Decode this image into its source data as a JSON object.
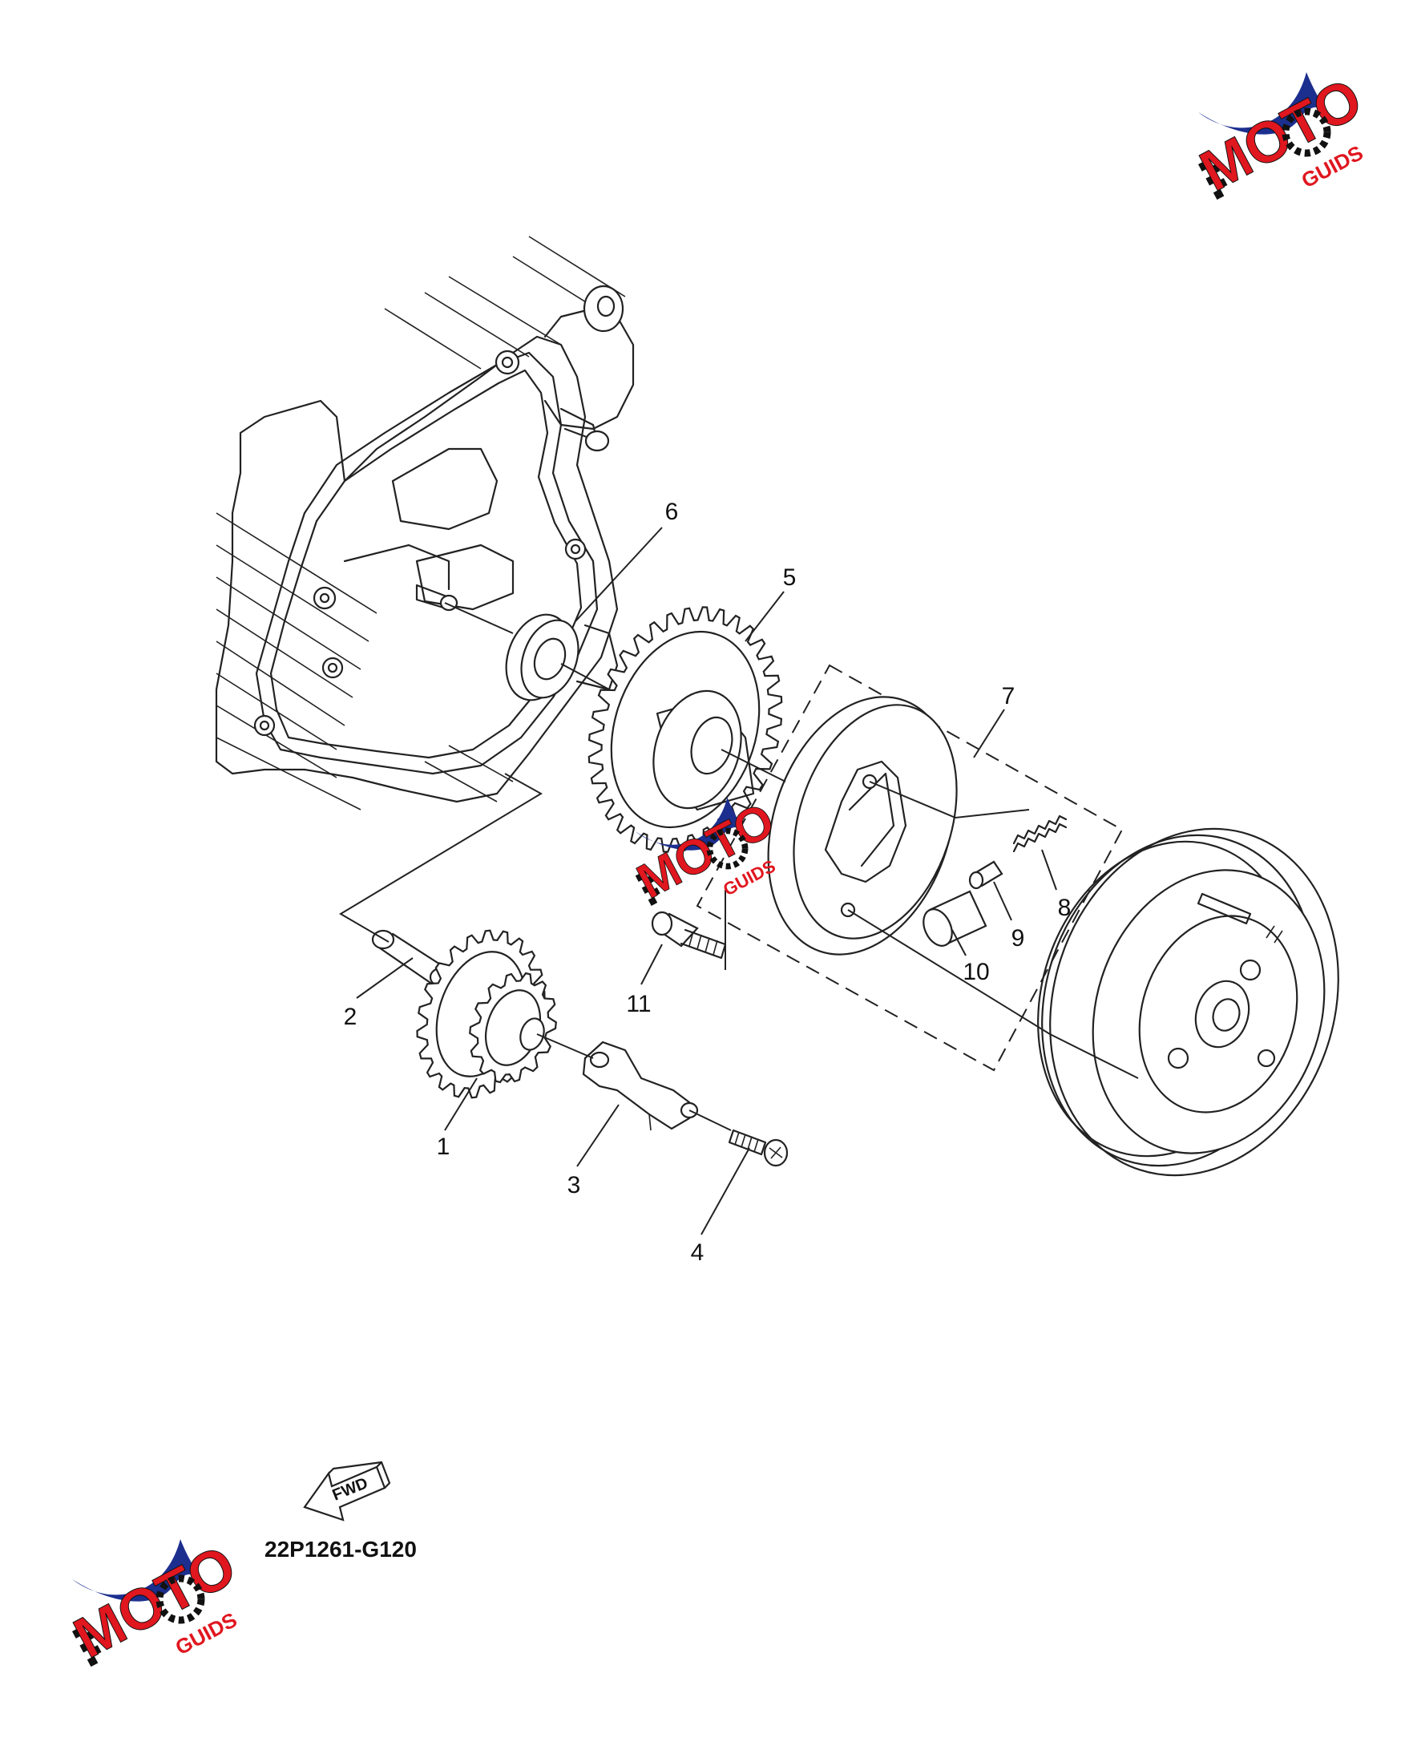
{
  "callouts": [
    {
      "id": "1",
      "label": "1"
    },
    {
      "id": "2",
      "label": "2"
    },
    {
      "id": "3",
      "label": "3"
    },
    {
      "id": "4",
      "label": "4"
    },
    {
      "id": "5",
      "label": "5"
    },
    {
      "id": "6",
      "label": "6"
    },
    {
      "id": "7",
      "label": "7"
    },
    {
      "id": "8",
      "label": "8"
    },
    {
      "id": "9",
      "label": "9"
    },
    {
      "id": "10",
      "label": "10"
    },
    {
      "id": "11",
      "label": "11"
    }
  ],
  "fwd_label": "FWD",
  "diagram_code": "22P1261-G120",
  "watermark": {
    "text_main": "MOTO",
    "text_sub": "GUIDS",
    "colors": {
      "red": "#e0171f",
      "blue": "#1c2f8f",
      "black": "#111111"
    }
  }
}
